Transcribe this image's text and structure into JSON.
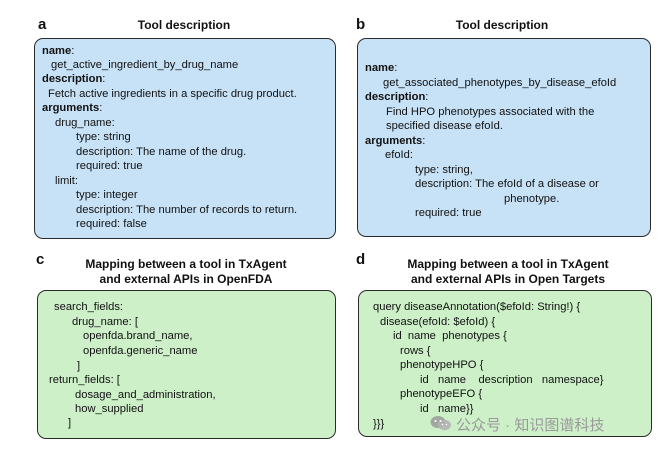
{
  "panel_a": {
    "letter": "a",
    "title": "Tool description",
    "lines": [
      {
        "key": "name",
        "colon": ":",
        "text": ""
      },
      {
        "key": "",
        "colon": "",
        "text": "get_active_ingredient_by_drug_name"
      },
      {
        "key": "description",
        "colon": ":",
        "text": ""
      },
      {
        "key": "",
        "colon": "",
        "text": "Fetch active ingredients in a specific drug product."
      },
      {
        "key": "arguments",
        "colon": ":",
        "text": ""
      },
      {
        "key": "",
        "colon": "",
        "text": "drug_name:"
      },
      {
        "key": "",
        "colon": "",
        "text": "type: string"
      },
      {
        "key": "",
        "colon": "",
        "text": "description: The name of the drug."
      },
      {
        "key": "",
        "colon": "",
        "text": "required: true"
      },
      {
        "key": "",
        "colon": "",
        "text": "limit:"
      },
      {
        "key": "",
        "colon": "",
        "text": "type: integer"
      },
      {
        "key": "",
        "colon": "",
        "text": "description: The number of records to return."
      },
      {
        "key": "",
        "colon": "",
        "text": "required: false"
      }
    ]
  },
  "panel_b": {
    "letter": "b",
    "title": "Tool description",
    "lines": [
      {
        "key": "name",
        "colon": ":",
        "text": ""
      },
      {
        "key": "",
        "colon": "",
        "text": "get_associated_phenotypes_by_disease_efoId"
      },
      {
        "key": "description",
        "colon": ":",
        "text": ""
      },
      {
        "key": "",
        "colon": "",
        "text": "Find HPO phenotypes associated with the"
      },
      {
        "key": "",
        "colon": "",
        "text": "specified disease efoId."
      },
      {
        "key": "arguments",
        "colon": ":",
        "text": ""
      },
      {
        "key": "",
        "colon": "",
        "text": "efoId:"
      },
      {
        "key": "",
        "colon": "",
        "text": "type: string,"
      },
      {
        "key": "",
        "colon": "",
        "text": "description: The efoId of a disease or"
      },
      {
        "key": "",
        "colon": "",
        "text": "phenotype."
      },
      {
        "key": "",
        "colon": "",
        "text": "required: true"
      }
    ]
  },
  "panel_c": {
    "letter": "c",
    "title_line1": "Mapping between a tool in TxAgent",
    "title_line2": "and external APIs in OpenFDA",
    "lines": [
      "search_fields:",
      "drug_name: [",
      "openfda.brand_name,",
      "openfda.generic_name",
      "]",
      "return_fields: [",
      "dosage_and_administration,",
      "how_supplied",
      "]"
    ]
  },
  "panel_d": {
    "letter": "d",
    "title_line1": "Mapping between a tool in TxAgent",
    "title_line2": "and external APIs in Open Targets",
    "lines": [
      "query diseaseAnnotation($efoId: String!) {",
      "disease(efoId: $efoId) {",
      "id  name  phenotypes {",
      "rows {",
      "phenotypeHPO {",
      "id   name    description   namespace}",
      "phenotypeEFO {",
      "id   name}}",
      "}}}"
    ]
  },
  "watermark": {
    "text": "公众号 · 知识图谱科技"
  },
  "colors": {
    "blue_box": "#c7e2f7",
    "green_box": "#cdf0c8",
    "border": "#2b2b2b"
  }
}
